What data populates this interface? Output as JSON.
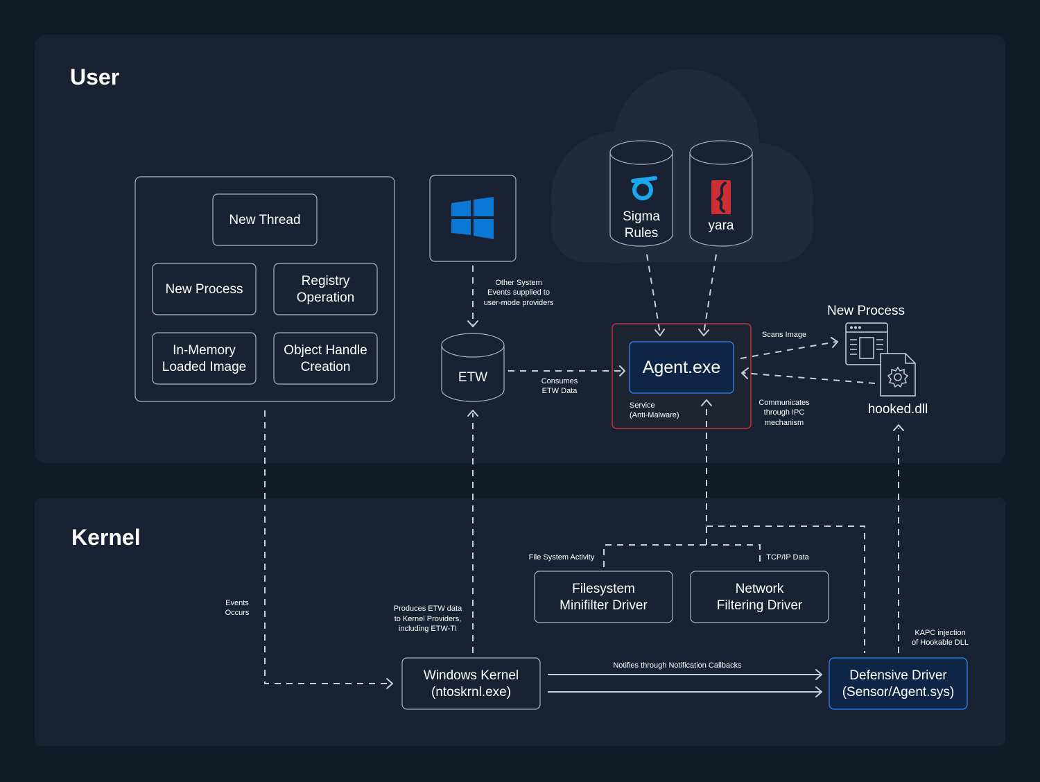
{
  "zones": {
    "user": "User",
    "kernel": "Kernel"
  },
  "events": {
    "new_thread": "New Thread",
    "new_process": "New Process",
    "registry": [
      "Registry",
      "Operation"
    ],
    "in_memory": [
      "In-Memory",
      "Loaded Image"
    ],
    "object_handle": [
      "Object Handle",
      "Creation"
    ]
  },
  "etw": {
    "label": "ETW"
  },
  "rules": {
    "sigma": [
      "Sigma",
      "Rules"
    ],
    "yara": "yara"
  },
  "agent": {
    "label": "Agent.exe",
    "service": [
      "Service",
      "(Anti-Malware)"
    ]
  },
  "right": {
    "new_process": "New Process",
    "hooked_dll": "hooked.dll"
  },
  "drivers": {
    "filesystem": [
      "Filesystem",
      "Minifilter Driver"
    ],
    "network": [
      "Network",
      "Filtering Driver"
    ],
    "kernel": [
      "Windows Kernel",
      "(ntoskrnl.exe)"
    ],
    "defensive": [
      "Defensive Driver",
      "(Sensor/Agent.sys)"
    ]
  },
  "annotations": {
    "other_system": [
      "Other System",
      "Events supplied to",
      "user-mode providers"
    ],
    "consumes_etw": [
      "Consumes",
      "ETW Data"
    ],
    "scans_image": "Scans Image",
    "communicates_ipc": [
      "Communicates",
      "through IPC",
      "mechanism"
    ],
    "file_system_activity": "File System Activity",
    "tcpip_data": "TCP/IP Data",
    "events_occurs": [
      "Events",
      "Occurs"
    ],
    "produces_etw": [
      "Produces ETW data",
      "to Kernel Providers,",
      "including ETW-TI"
    ],
    "notifies": "Notifies through Notification Callbacks",
    "kapc": [
      "KAPC injection",
      "of Hookable DLL"
    ]
  },
  "colors": {
    "background": "#131a27",
    "panel": "#182233",
    "agent_frame": "#c0343c",
    "agent_fill": "#0f2545",
    "agent_border": "#2f78d8",
    "windows_blue": "#0a78d4",
    "sigma_blue": "#1aa6ee",
    "yara_red": "#cf2e36"
  }
}
